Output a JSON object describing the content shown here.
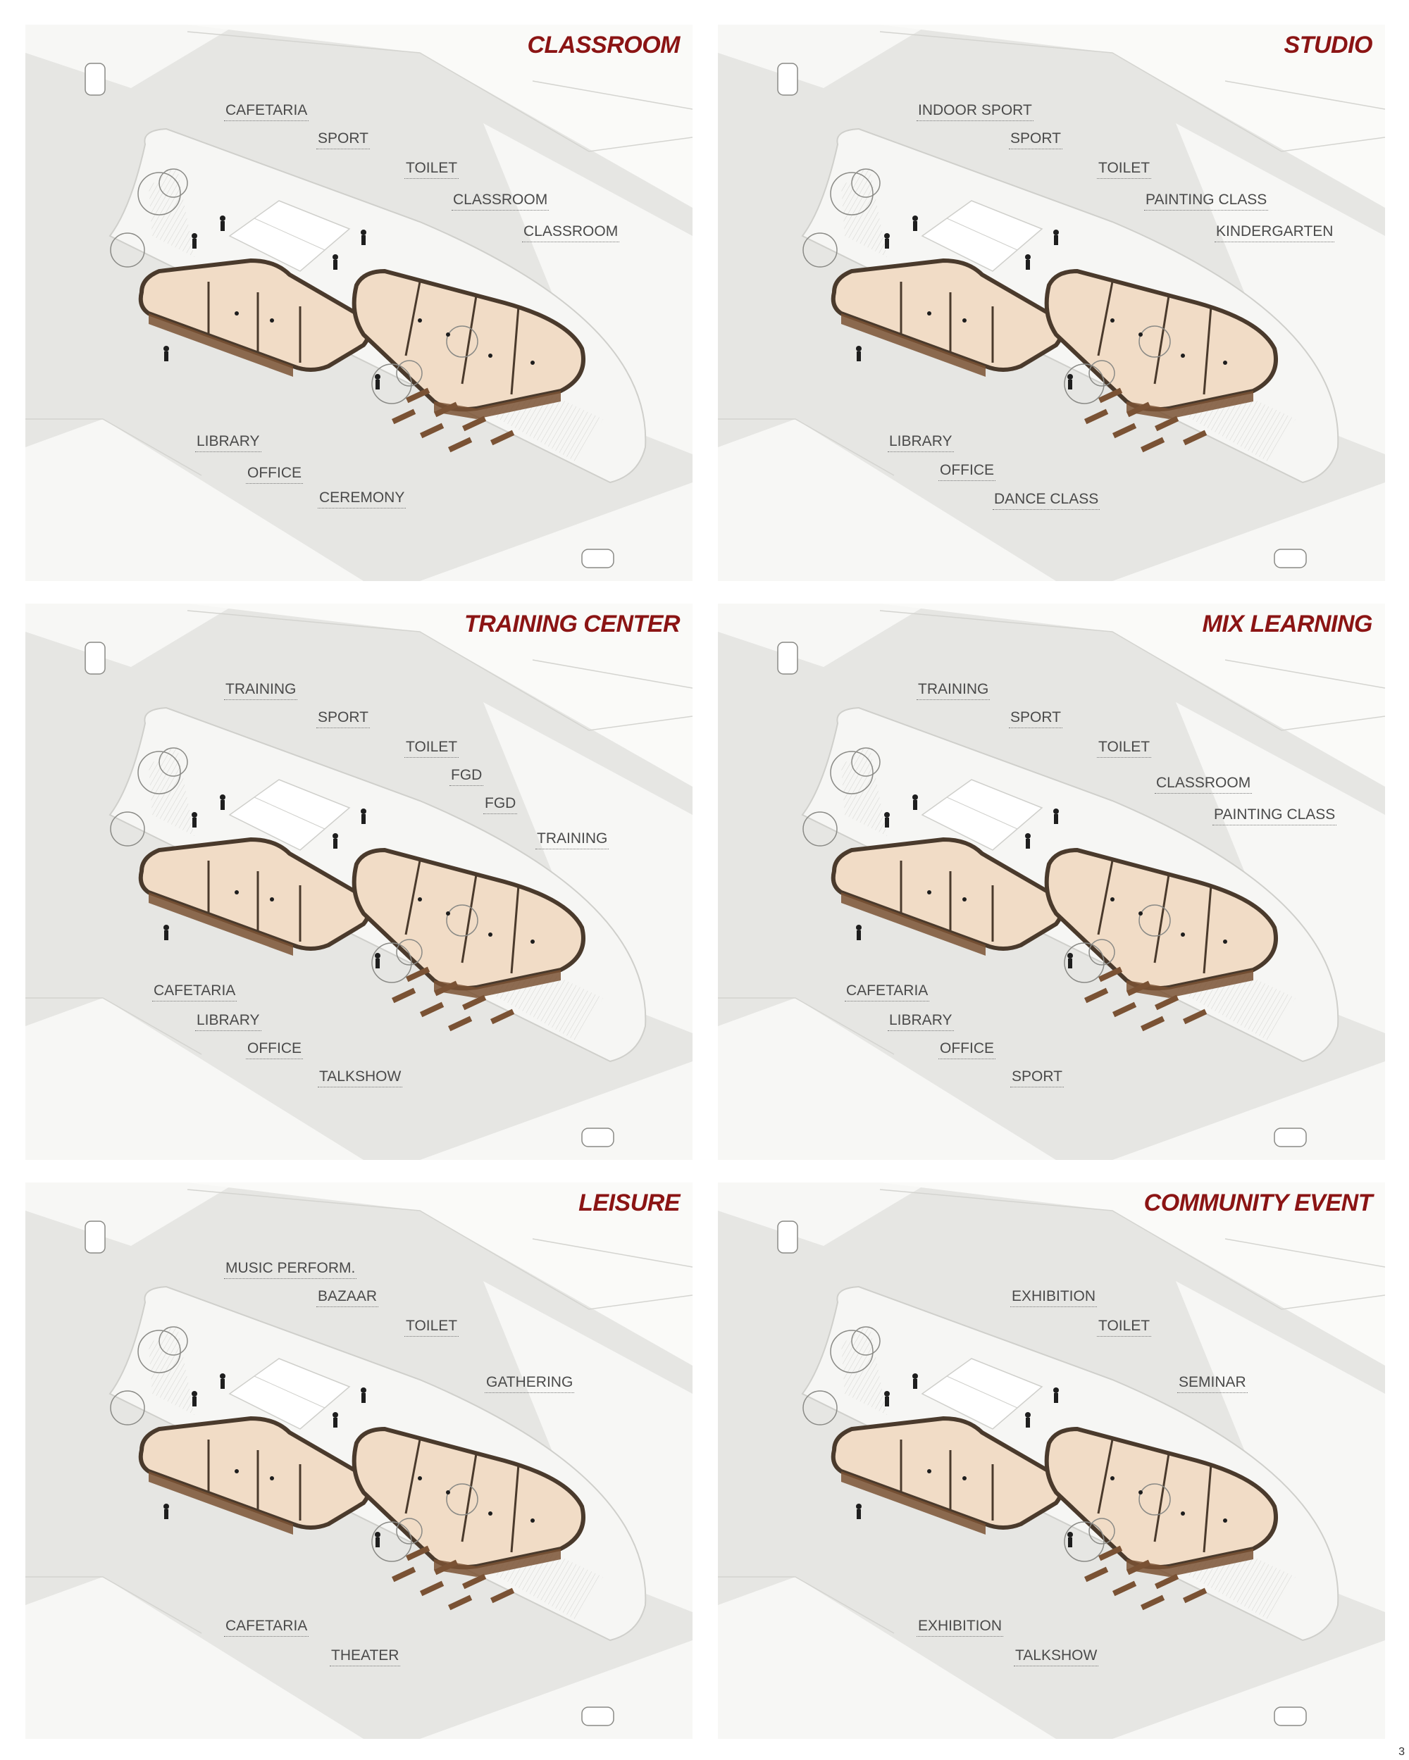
{
  "page_number": "3",
  "colors": {
    "title": "#8b1414",
    "label": "#4a4a4a",
    "panel_bg": "#ececea",
    "plaza": "#f6f6f4",
    "floor": "#f1dcc6",
    "wall": "#4a3a2c",
    "timber": "#7a5234"
  },
  "panels": [
    {
      "title": "CLASSROOM",
      "labels": [
        "CAFETARIA",
        "SPORT",
        "TOILET",
        "CLASSROOM",
        "CLASSROOM",
        "LIBRARY",
        "OFFICE",
        "CEREMONY"
      ]
    },
    {
      "title": "STUDIO",
      "labels": [
        "INDOOR SPORT",
        "SPORT",
        "TOILET",
        "PAINTING CLASS",
        "KINDERGARTEN",
        "LIBRARY",
        "OFFICE",
        "DANCE CLASS"
      ]
    },
    {
      "title": "TRAINING CENTER",
      "labels": [
        "TRAINING",
        "SPORT",
        "TOILET",
        "FGD",
        "FGD",
        "TRAINING",
        "CAFETARIA",
        "LIBRARY",
        "OFFICE",
        "TALKSHOW"
      ]
    },
    {
      "title": "MIX LEARNING",
      "labels": [
        "TRAINING",
        "SPORT",
        "TOILET",
        "CLASSROOM",
        "PAINTING CLASS",
        "CAFETARIA",
        "LIBRARY",
        "OFFICE",
        "SPORT"
      ]
    },
    {
      "title": "LEISURE",
      "labels": [
        "MUSIC PERFORM.",
        "BAZAAR",
        "TOILET",
        "GATHERING",
        "CAFETARIA",
        "THEATER"
      ]
    },
    {
      "title": "COMMUNITY EVENT",
      "labels": [
        "EXHIBITION",
        "TOILET",
        "SEMINAR",
        "EXHIBITION",
        "TALKSHOW"
      ]
    }
  ]
}
